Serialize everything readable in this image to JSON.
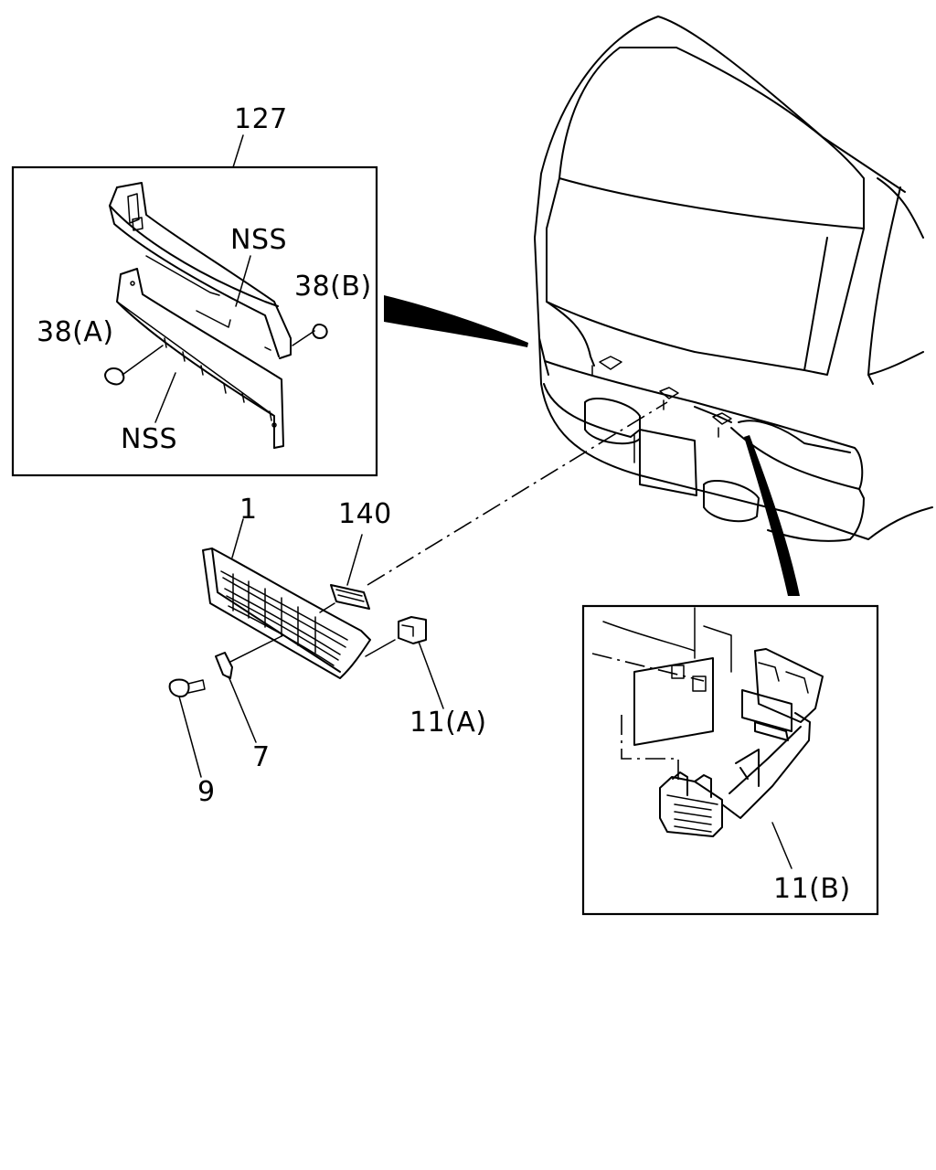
{
  "callouts": {
    "assembly_127": "127",
    "nss_upper": "NSS",
    "part_38b": "38(B)",
    "part_38a": "38(A)",
    "nss_lower": "NSS",
    "grille_1": "1",
    "part_140": "140",
    "part_11a": "11(A)",
    "part_7": "7",
    "part_9": "9",
    "part_11b": "11(B)"
  }
}
